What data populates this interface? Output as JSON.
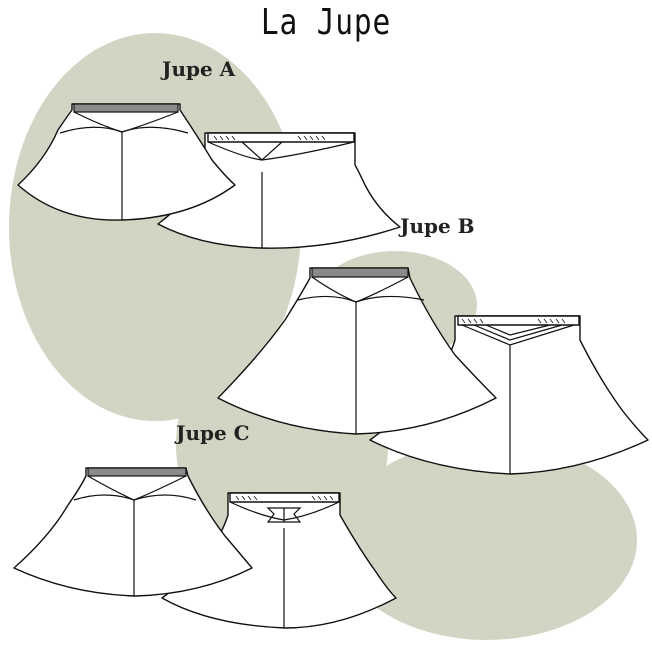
{
  "title": "La Jupe",
  "labels": {
    "jupe_a": "Jupe A",
    "jupe_b": "Jupe B",
    "jupe_c": "Jupe C"
  },
  "colors": {
    "blob": "#d4d4c4",
    "line": "#111111",
    "fill": "#ffffff"
  }
}
